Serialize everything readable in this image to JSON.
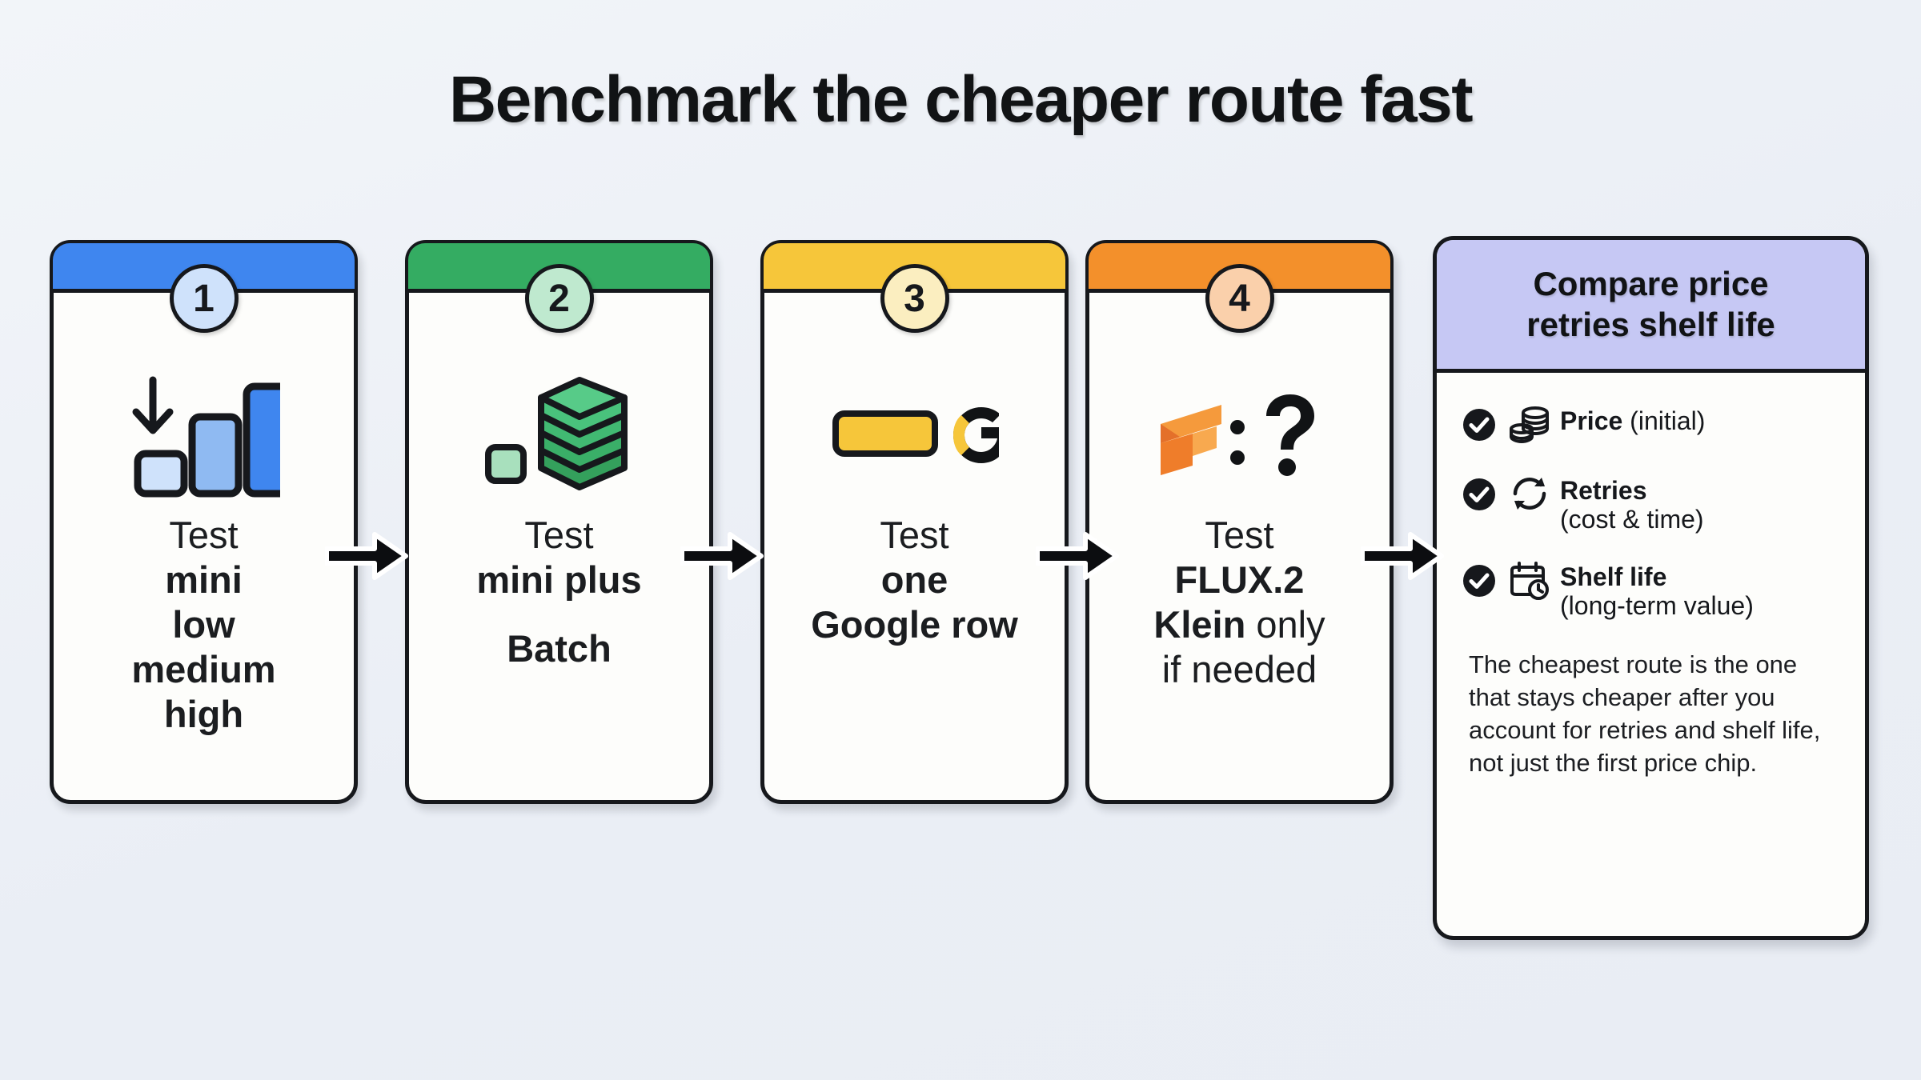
{
  "title": "Benchmark the cheaper route fast",
  "colors": {
    "background": "#eef1f6",
    "step1": "#3f86ef",
    "step1_badge": "#cfe2fb",
    "step2": "#34ac62",
    "step2_badge": "#bfe9cf",
    "step3": "#f6c63a",
    "step3_badge": "#fbeec0",
    "step4": "#f3902b",
    "step4_badge": "#fad0ab",
    "panel_header": "#c6c8f4",
    "outline": "#16181c"
  },
  "steps": [
    {
      "number": "1",
      "icon": "bar-chart-down-arrow-icon",
      "text_lines": [
        {
          "text": "Test",
          "bold": false
        },
        {
          "text": "mini",
          "bold": true
        },
        {
          "text": "low",
          "bold": true
        },
        {
          "text": "medium",
          "bold": true
        },
        {
          "text": "high",
          "bold": true
        }
      ]
    },
    {
      "number": "2",
      "icon": "stacked-layers-icon",
      "text_lines": [
        {
          "text": "Test",
          "bold": false
        },
        {
          "text": "mini plus",
          "bold": true
        },
        {
          "text": "Batch",
          "bold": true,
          "gap": true
        }
      ]
    },
    {
      "number": "3",
      "icon": "google-chip-icon",
      "text_lines": [
        {
          "text": "Test",
          "bold": false
        },
        {
          "text": "one",
          "bold": true
        },
        {
          "text": "Google row",
          "bold": true
        }
      ]
    },
    {
      "number": "4",
      "icon": "flux-question-icon",
      "text_lines": [
        {
          "text": "Test",
          "bold": false
        },
        {
          "text": "FLUX.2",
          "bold": true
        },
        {
          "text": "Klein only",
          "bold": "partial"
        },
        {
          "text": "if needed",
          "bold": false
        }
      ]
    }
  ],
  "arrows": [
    {
      "name": "arrow-step1-to-step2"
    },
    {
      "name": "arrow-step2-to-step3"
    },
    {
      "name": "arrow-step3-to-step4"
    },
    {
      "name": "arrow-step4-to-panel"
    }
  ],
  "panel": {
    "header": "Compare price\nretries shelf life",
    "header_line1": "Compare price",
    "header_line2": "retries shelf life",
    "checklist": [
      {
        "icon": "coins-stack-icon",
        "label": "Price",
        "detail": "(initial)",
        "inline": true,
        "checked": true
      },
      {
        "icon": "retry-arrows-icon",
        "label": "Retries",
        "detail": "(cost & time)",
        "inline": false,
        "checked": true
      },
      {
        "icon": "calendar-clock-icon",
        "label": "Shelf life",
        "detail": "(long-term value)",
        "inline": false,
        "checked": true
      }
    ],
    "note": "The cheapest route is the one that stays cheaper after you account for retries and shelf life, not just the first price chip."
  }
}
